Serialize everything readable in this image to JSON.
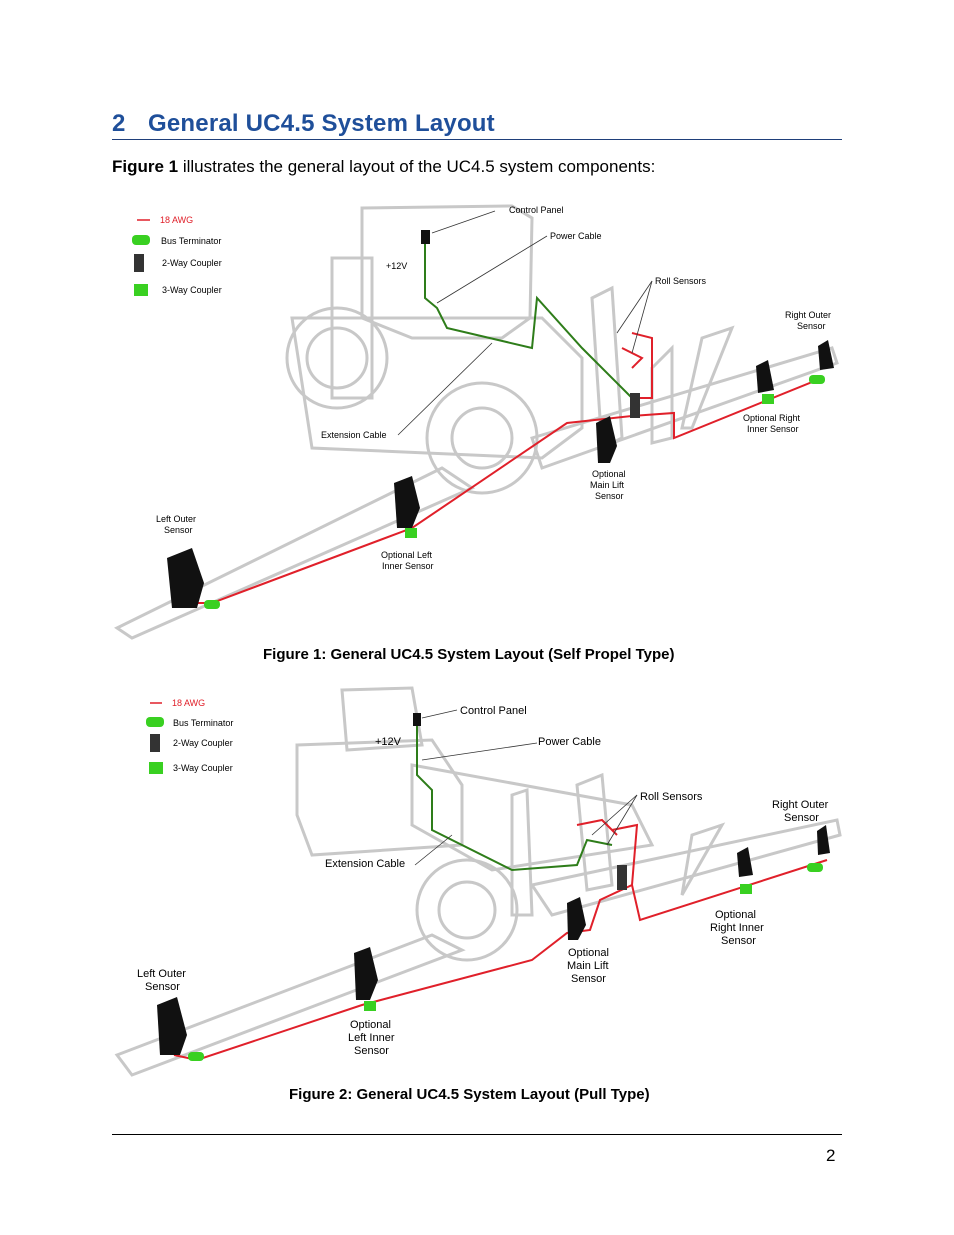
{
  "section": {
    "number": "2",
    "title": "General UC4.5 System Layout"
  },
  "intro": {
    "bold": "Figure 1",
    "rest": " illustrates the general layout of the UC4.5 system components:"
  },
  "legend": {
    "awg": "18 AWG",
    "terminator": "Bus Terminator",
    "two_way": "2-Way Coupler",
    "three_way": "3-Way Coupler"
  },
  "figure1": {
    "labels": {
      "control_panel": "Control Panel",
      "power_cable": "Power Cable",
      "plus12v": "+12V",
      "roll_sensors": "Roll Sensors",
      "right_outer_1": "Right Outer",
      "right_outer_2": "Sensor",
      "opt_right_1": "Optional Right",
      "opt_right_2": "Inner Sensor",
      "extension_cable": "Extension Cable",
      "opt_main_1": "Optional",
      "opt_main_2": "Main Lift",
      "opt_main_3": "Sensor",
      "left_outer_1": "Left Outer",
      "left_outer_2": "Sensor",
      "opt_left_1": "Optional Left",
      "opt_left_2": "Inner Sensor"
    },
    "caption": "Figure 1: General UC4.5 System Layout (Self Propel Type)"
  },
  "figure2": {
    "labels": {
      "control_panel": "Control Panel",
      "plus12v": "+12V",
      "power_cable": "Power Cable",
      "roll_sensors": "Roll Sensors",
      "right_outer_1": "Right Outer",
      "right_outer_2": "Sensor",
      "extension_cable": "Extension Cable",
      "opt_right_1": "Optional",
      "opt_right_2": "Right Inner",
      "opt_right_3": "Sensor",
      "opt_main_1": "Optional",
      "opt_main_2": "Main Lift",
      "opt_main_3": "Sensor",
      "left_outer_1": "Left Outer",
      "left_outer_2": "Sensor",
      "opt_left_1": "Optional",
      "opt_left_2": "Left Inner",
      "opt_left_3": "Sensor"
    },
    "caption": "Figure 2: General UC4.5 System Layout (Pull Type)"
  },
  "footer": {
    "page_number": "2"
  },
  "colors": {
    "heading": "#1f4f9a",
    "cable_red": "#e0202a",
    "cable_green": "#2e7d1a",
    "coupler_green": "#39d021",
    "machine_gray": "#c8c8c8"
  }
}
